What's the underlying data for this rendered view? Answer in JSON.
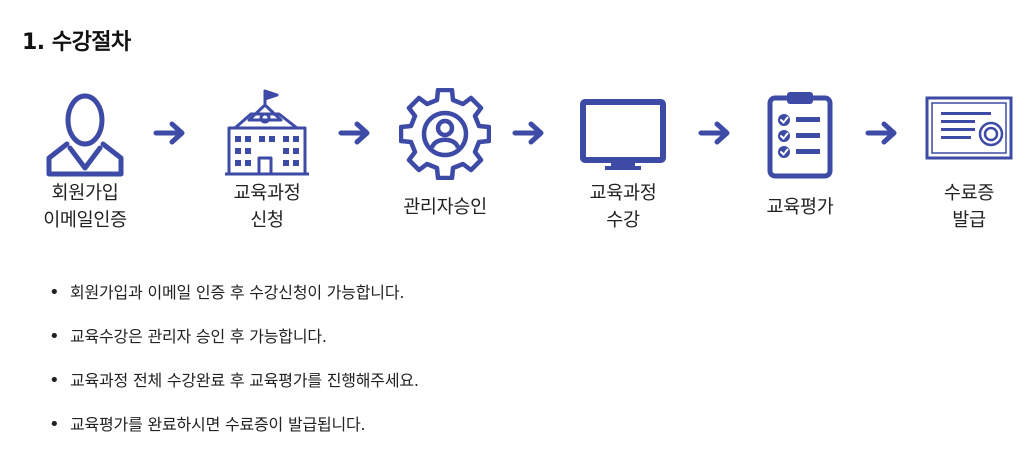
{
  "heading": "1. 수강절차",
  "colors": {
    "accent": "#3d4aa6",
    "text": "#222222"
  },
  "steps": [
    {
      "label": "회원가입\n이메일인증",
      "icon": "person-icon"
    },
    {
      "label": "교육과정\n신청",
      "icon": "school-building-icon"
    },
    {
      "label": "관리자승인",
      "icon": "gear-user-icon"
    },
    {
      "label": "교육과정\n수강",
      "icon": "monitor-icon"
    },
    {
      "label": "교육평가",
      "icon": "clipboard-checklist-icon"
    },
    {
      "label": "수료증\n발급",
      "icon": "certificate-icon"
    }
  ],
  "notes": [
    "회원가입과 이메일 인증 후 수강신청이 가능합니다.",
    "교육수강은 관리자 승인 후 가능합니다.",
    "교육과정 전체 수강완료 후 교육평가를 진행해주세요.",
    "교육평가를 완료하시면 수료증이 발급됩니다."
  ]
}
